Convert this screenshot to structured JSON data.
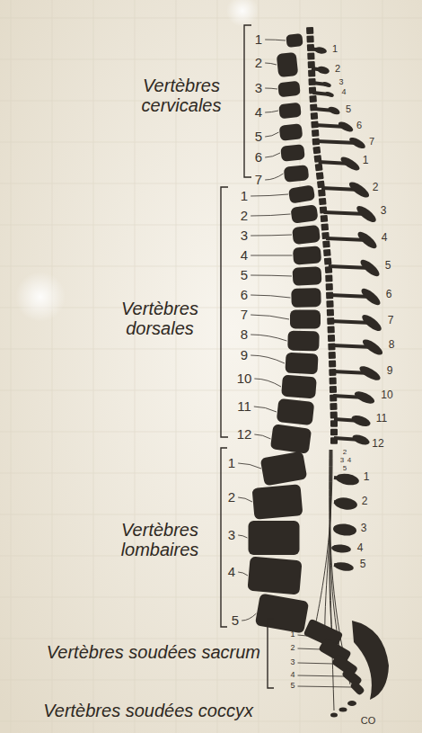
{
  "diagram": {
    "labels": [
      "1",
      "2",
      "3",
      "4",
      "5",
      "6",
      "7",
      "Vertèbres cervicales",
      "1",
      "2",
      "3",
      "4",
      "5",
      "6",
      "7",
      "1",
      "2",
      "3",
      "4",
      "5",
      "6",
      "7",
      "8",
      "9",
      "10",
      "11",
      "12",
      "Vertèbres dorsales",
      "1",
      "2",
      "3",
      "4",
      "5",
      "6",
      "7",
      "8",
      "9",
      "10",
      "11",
      "12",
      "2",
      "3",
      "4",
      "5",
      "1",
      "2",
      "3",
      "4",
      "5",
      "Vertèbres lombaires",
      "1",
      "2",
      "3",
      "4",
      "5",
      "Vertèbres soudées sacrum",
      "1",
      "2",
      "3",
      "4",
      "5",
      "Vertèbres soudées coccyx",
      "CO"
    ]
  }
}
